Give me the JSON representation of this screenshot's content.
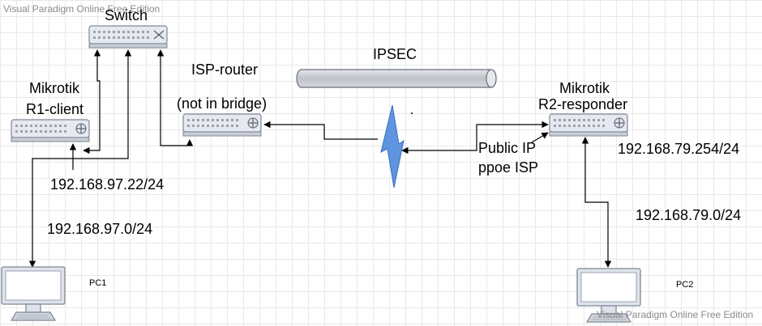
{
  "watermark_top": "Visual Paradigm Online Free Edition",
  "watermark_bottom": "Visual Paradigm Online Free Edition",
  "devices": {
    "switch": {
      "label": "Switch",
      "icon": "switch-icon"
    },
    "r1": {
      "line1": "Mikrotik",
      "line2": "R1-client",
      "icon": "router-icon"
    },
    "isp": {
      "line1": "ISP-router",
      "line2": "(not in bridge)",
      "icon": "router-icon"
    },
    "r2": {
      "line1": "Mikrotik",
      "line2": "R2-responder",
      "icon": "router-icon"
    },
    "pc1": {
      "label": "PC1",
      "icon": "monitor-icon"
    },
    "pc2": {
      "label": "PC2",
      "icon": "monitor-icon"
    }
  },
  "tunnel": {
    "label": "IPSEC",
    "icon": "tunnel-pipe-icon"
  },
  "wan": {
    "icon": "lightning-bolt-icon"
  },
  "addresses": {
    "r1_ip": "192.168.97.22/24",
    "lan1": "192.168.97.0/24",
    "r2_ip": "192.168.79.254/24",
    "lan2": "192.168.79.0/24",
    "public_ip": "Public IP",
    "ppoe": "ppoe ISP"
  },
  "colors": {
    "device_fill": "#e6e9ef",
    "device_stroke": "#7f8796",
    "tunnel_fill": "#c9ccd1",
    "bolt_fill": "#5f95e0"
  }
}
